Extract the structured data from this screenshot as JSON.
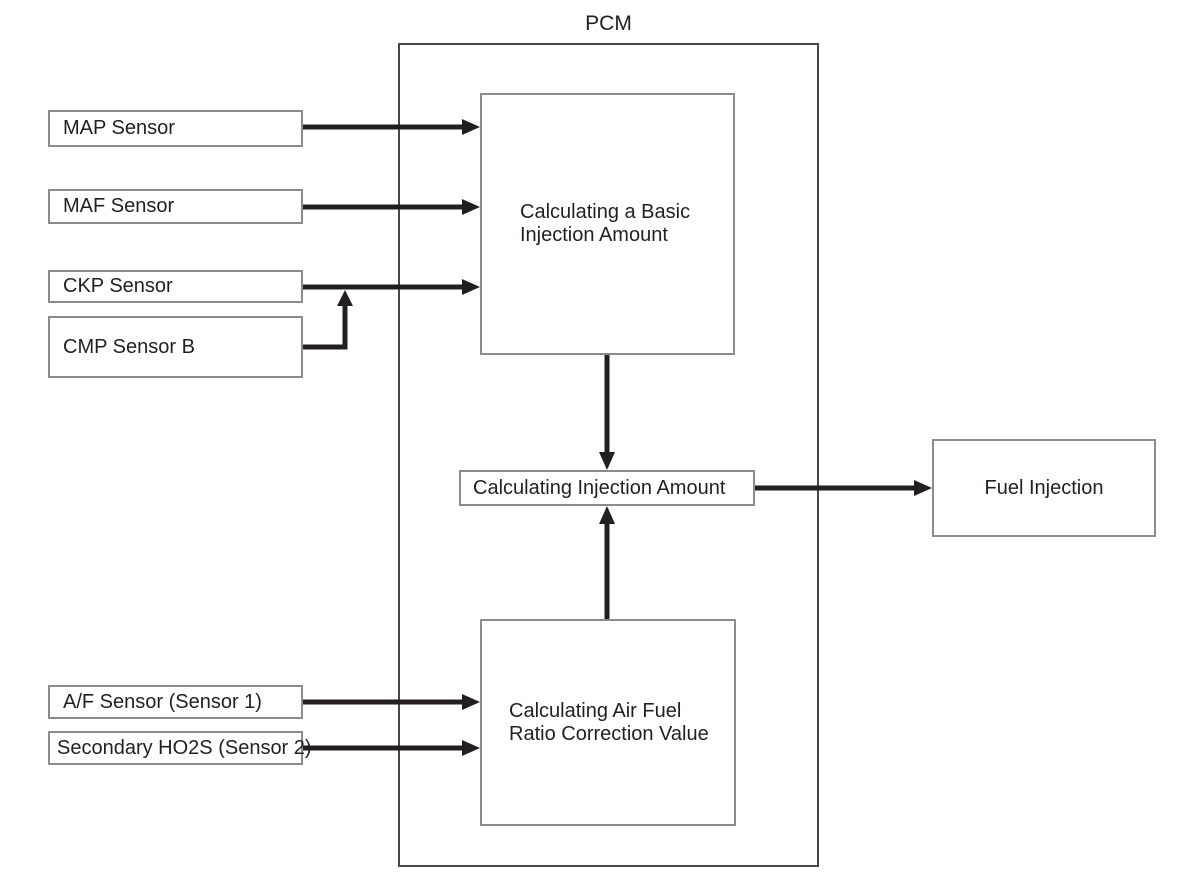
{
  "diagram": {
    "pcm_title": "PCM",
    "nodes": {
      "map_sensor": {
        "label": "MAP Sensor"
      },
      "maf_sensor": {
        "label": "MAF Sensor"
      },
      "ckp_sensor": {
        "label": "CKP Sensor"
      },
      "cmp_sensor_b": {
        "label": "CMP Sensor B"
      },
      "af_sensor": {
        "label": "A/F Sensor (Sensor 1)"
      },
      "secondary_ho2s": {
        "label": "Secondary HO2S (Sensor 2)"
      },
      "basic_injection": {
        "lines": [
          "Calculating a Basic",
          "Injection Amount"
        ]
      },
      "calc_injection": {
        "label": "Calculating Injection Amount"
      },
      "air_fuel_correction": {
        "lines": [
          "Calculating Air Fuel",
          "Ratio Correction Value"
        ]
      },
      "fuel_injection": {
        "label": "Fuel Injection"
      }
    },
    "edges": [
      {
        "from": "map_sensor",
        "to": "basic_injection"
      },
      {
        "from": "maf_sensor",
        "to": "basic_injection"
      },
      {
        "from": "ckp_sensor",
        "to": "basic_injection"
      },
      {
        "from": "cmp_sensor_b",
        "to": "ckp_sensor_line"
      },
      {
        "from": "af_sensor",
        "to": "air_fuel_correction"
      },
      {
        "from": "secondary_ho2s",
        "to": "air_fuel_correction"
      },
      {
        "from": "basic_injection",
        "to": "calc_injection"
      },
      {
        "from": "air_fuel_correction",
        "to": "calc_injection"
      },
      {
        "from": "calc_injection",
        "to": "fuel_injection"
      }
    ],
    "colors": {
      "background": "#ffffff",
      "arrow": "#231f20",
      "node_border": "#8c8c8c",
      "pcm_border": "#4c4648",
      "text": "#231f20"
    }
  }
}
